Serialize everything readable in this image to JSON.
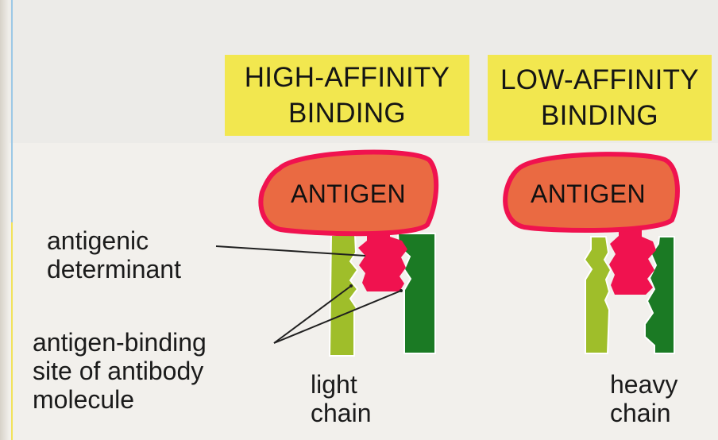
{
  "titles": {
    "high": [
      "HIGH-AFFINITY",
      "BINDING"
    ],
    "low": [
      "LOW-AFFINITY",
      "BINDING"
    ]
  },
  "antigen_label": "ANTIGEN",
  "labels": {
    "antigenic": [
      "antigenic",
      "determinant"
    ],
    "binding_site": [
      "antigen-binding",
      "site of antibody",
      "molecule"
    ],
    "light": [
      "light",
      "chain"
    ],
    "heavy": [
      "heavy",
      "chain"
    ]
  },
  "colors": {
    "title_bg": "#f2e74f",
    "antigen_fill": "#ea6a42",
    "antigen_outline": "#f0124f",
    "determinant": "#f0124f",
    "light_chain": "#9fbe2a",
    "heavy_chain": "#1b7a24"
  }
}
